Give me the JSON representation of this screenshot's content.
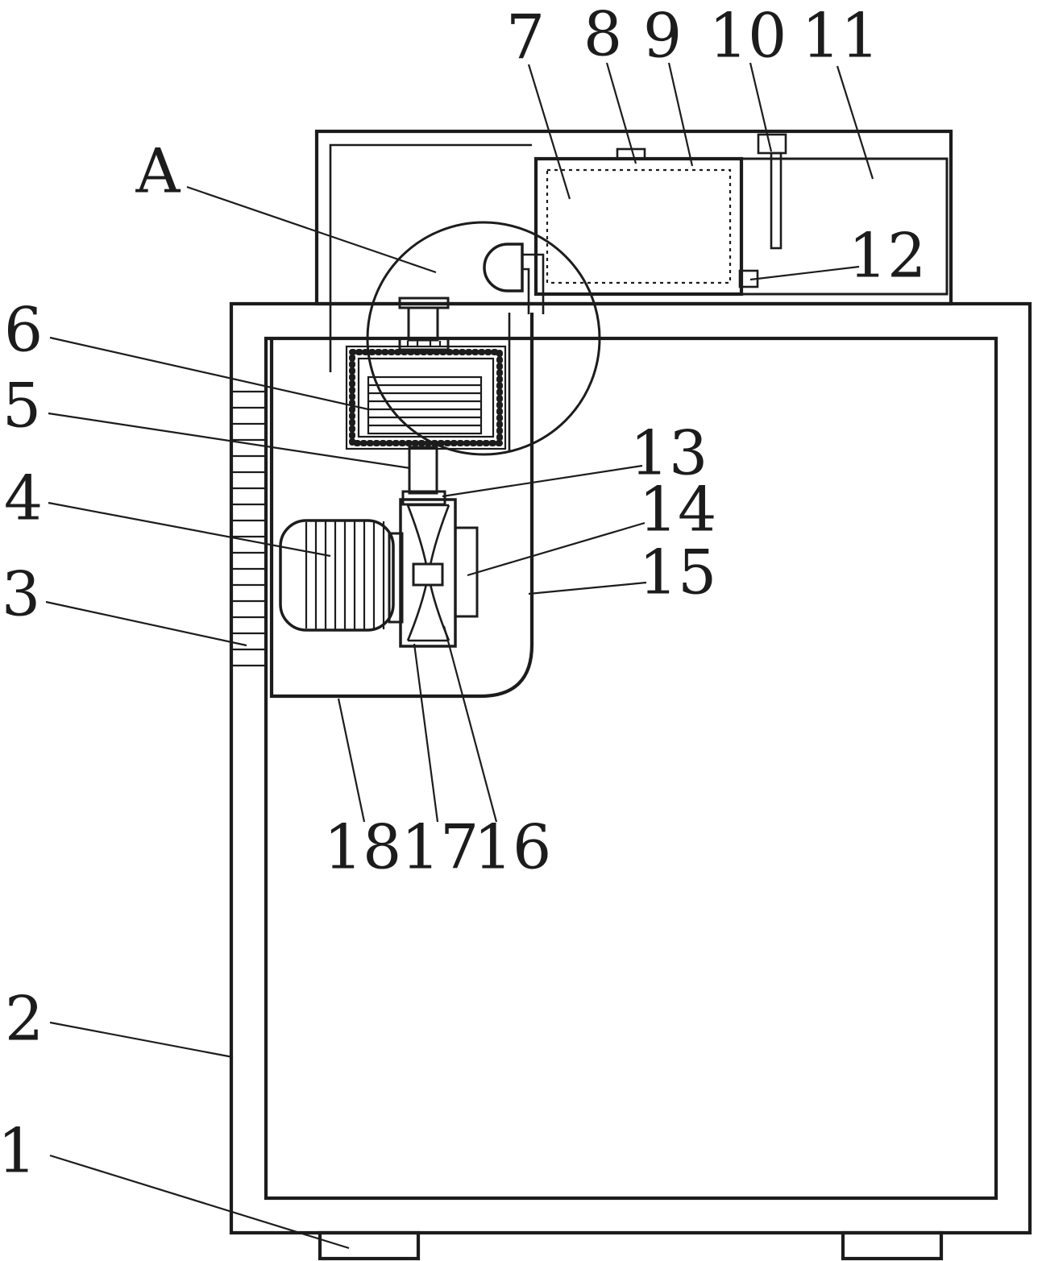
{
  "figure": {
    "background_color": "#ffffff",
    "line_color": "#1c1c1c",
    "labels": {
      "A": "A",
      "1": "1",
      "2": "2",
      "3": "3",
      "4": "4",
      "5": "5",
      "6": "6",
      "7": "7",
      "8": "8",
      "9": "9",
      "10": "10",
      "11": "11",
      "12": "12",
      "13": "13",
      "14": "14",
      "15": "15",
      "16": "16",
      "17": "17",
      "18": "18"
    }
  }
}
